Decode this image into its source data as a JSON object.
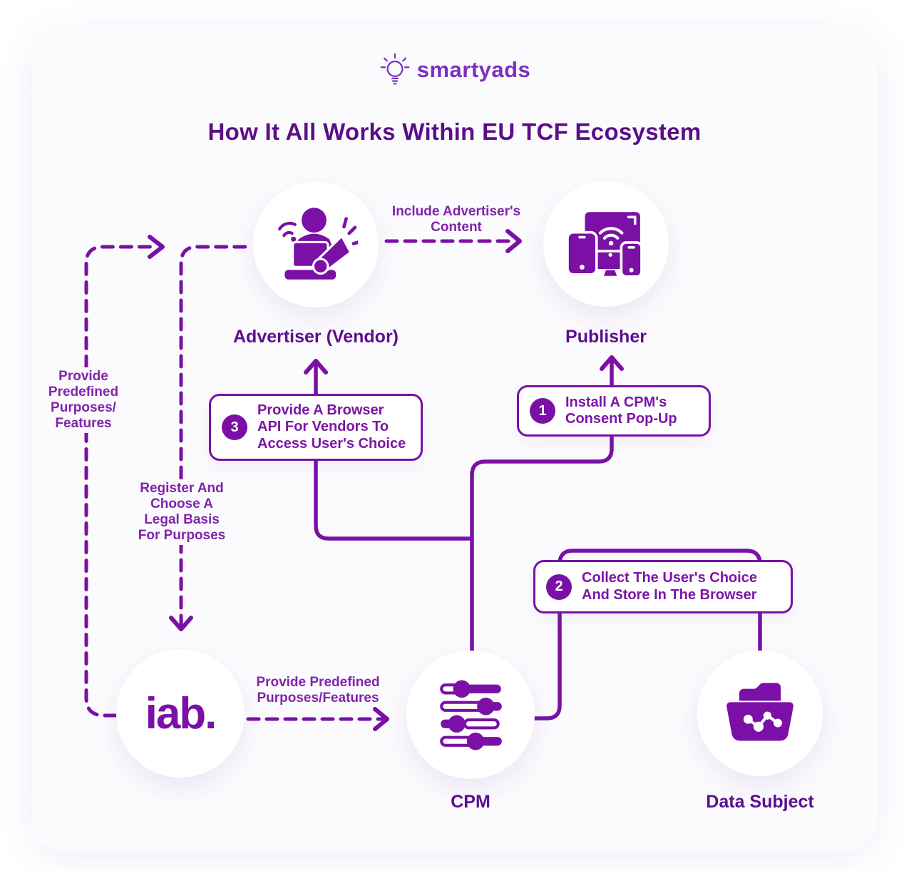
{
  "colors": {
    "primary_purple": "#7a10a5",
    "title_purple": "#5a0e87",
    "edge_label_purple": "#8024aa",
    "logo_purple": "#7d2ec3",
    "card_background": "#fbfbfd"
  },
  "logo": {
    "text": "smartyads"
  },
  "title": "How It All Works Within EU TCF Ecosystem",
  "nodes": {
    "advertiser": {
      "label": "Advertiser (Vendor)"
    },
    "publisher": {
      "label": "Publisher"
    },
    "iab": {
      "logo_text": "iab."
    },
    "cpm": {
      "label": "CPM"
    },
    "data_subject": {
      "label": "Data Subject"
    }
  },
  "edge_labels": {
    "provide_predefined_left": "Provide\nPredefined\nPurposes/\nFeatures",
    "register_legal_basis": "Register And\nChoose A\nLegal Basis\nFor Purposes",
    "include_advertisers_content": "Include Advertiser's\nContent",
    "provide_predefined_bottom": "Provide Predefined\nPurposes/Features"
  },
  "steps": {
    "step1": {
      "number": "1",
      "text": "Install A CPM's\nConsent Pop-Up"
    },
    "step2": {
      "number": "2",
      "text": "Collect The User's Choice\nAnd Store In The Browser"
    },
    "step3": {
      "number": "3",
      "text": "Provide A Browser\nAPI For Vendors To\nAccess User's Choice"
    }
  }
}
